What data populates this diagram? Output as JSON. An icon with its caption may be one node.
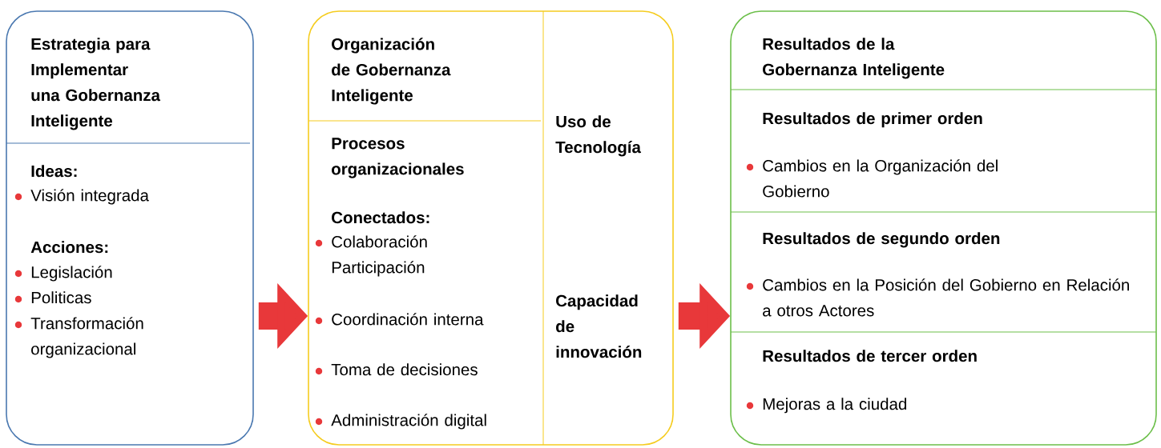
{
  "diagram": {
    "nodes": [
      {
        "text": [
          "Estrategia para Implementar una Gobernanza Inteligente",
          "Ideas:",
          "Visión integrada",
          "Acciones:",
          "Legislación",
          "Politicas",
          "Transformación organizacional"
        ]
      },
      {
        "text": [
          "Organización de Gobernanza Inteligente",
          "Procesos organizacionales",
          "Conectados:",
          "Colaboración Participación",
          "Coordinación interna",
          "Toma de decisiones",
          "Administración digital",
          "Uso de Tecnología",
          "Capacidad de innovación"
        ]
      },
      {
        "text": [
          "Resultados de la Gobernanza Inteligente",
          "Resultados de primer orden",
          "Cambios en la Organización del Gobierno",
          "Resultados de segundo orden",
          "Cambios en la Posición del Gobierno en Relación a otros Actores",
          "Resultados de tercer orden",
          "Mejoras a la ciudad"
        ]
      }
    ],
    "edges": [
      {
        "from": 0,
        "to": 1,
        "arrow": "to"
      },
      {
        "from": 1,
        "to": 2,
        "arrow": "to"
      }
    ]
  }
}
